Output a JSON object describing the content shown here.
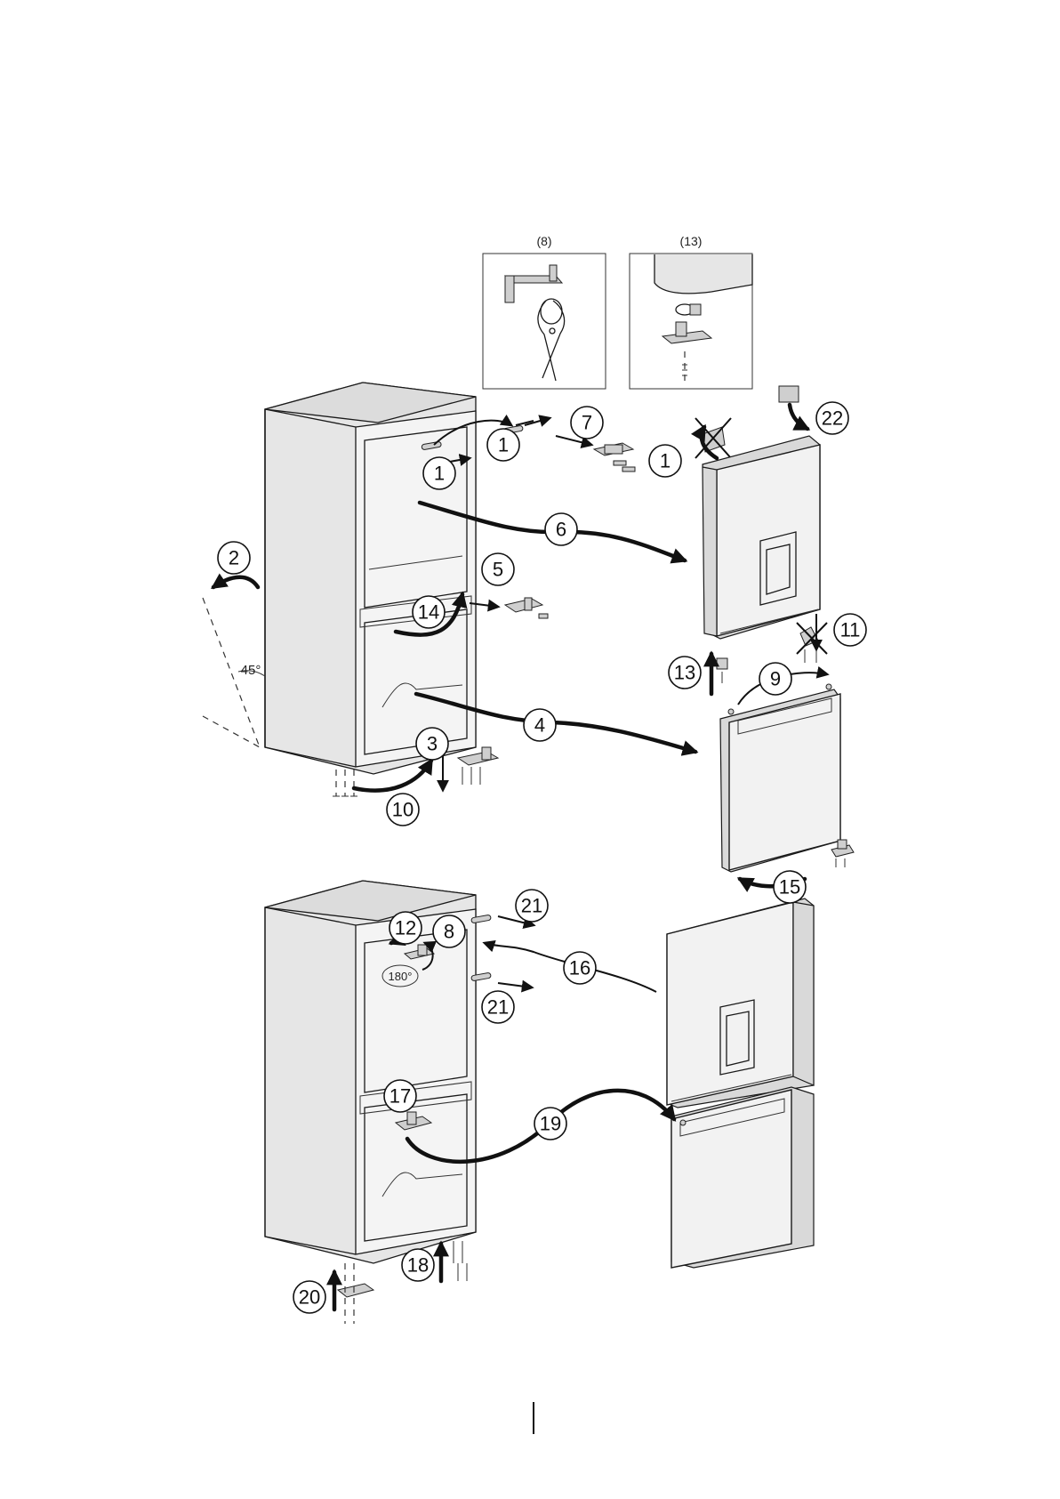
{
  "inset_labels": [
    "(8)",
    "(13)"
  ],
  "angle_labels": {
    "tilt": "45°",
    "rotate": "180°"
  },
  "steps": [
    {
      "id": "s1a",
      "label": "1"
    },
    {
      "id": "s1b",
      "label": "1"
    },
    {
      "id": "s1c",
      "label": "1"
    },
    {
      "id": "s2",
      "label": "2"
    },
    {
      "id": "s3",
      "label": "3"
    },
    {
      "id": "s4",
      "label": "4"
    },
    {
      "id": "s5",
      "label": "5"
    },
    {
      "id": "s6",
      "label": "6"
    },
    {
      "id": "s7",
      "label": "7"
    },
    {
      "id": "s8",
      "label": "8"
    },
    {
      "id": "s9",
      "label": "9"
    },
    {
      "id": "s10",
      "label": "10"
    },
    {
      "id": "s11",
      "label": "11"
    },
    {
      "id": "s12",
      "label": "12"
    },
    {
      "id": "s13",
      "label": "13"
    },
    {
      "id": "s14",
      "label": "14"
    },
    {
      "id": "s15",
      "label": "15"
    },
    {
      "id": "s16",
      "label": "16"
    },
    {
      "id": "s17",
      "label": "17"
    },
    {
      "id": "s18",
      "label": "18"
    },
    {
      "id": "s19",
      "label": "19"
    },
    {
      "id": "s20",
      "label": "20"
    },
    {
      "id": "s21a",
      "label": "21"
    },
    {
      "id": "s21b",
      "label": "21"
    },
    {
      "id": "s22",
      "label": "22"
    }
  ]
}
